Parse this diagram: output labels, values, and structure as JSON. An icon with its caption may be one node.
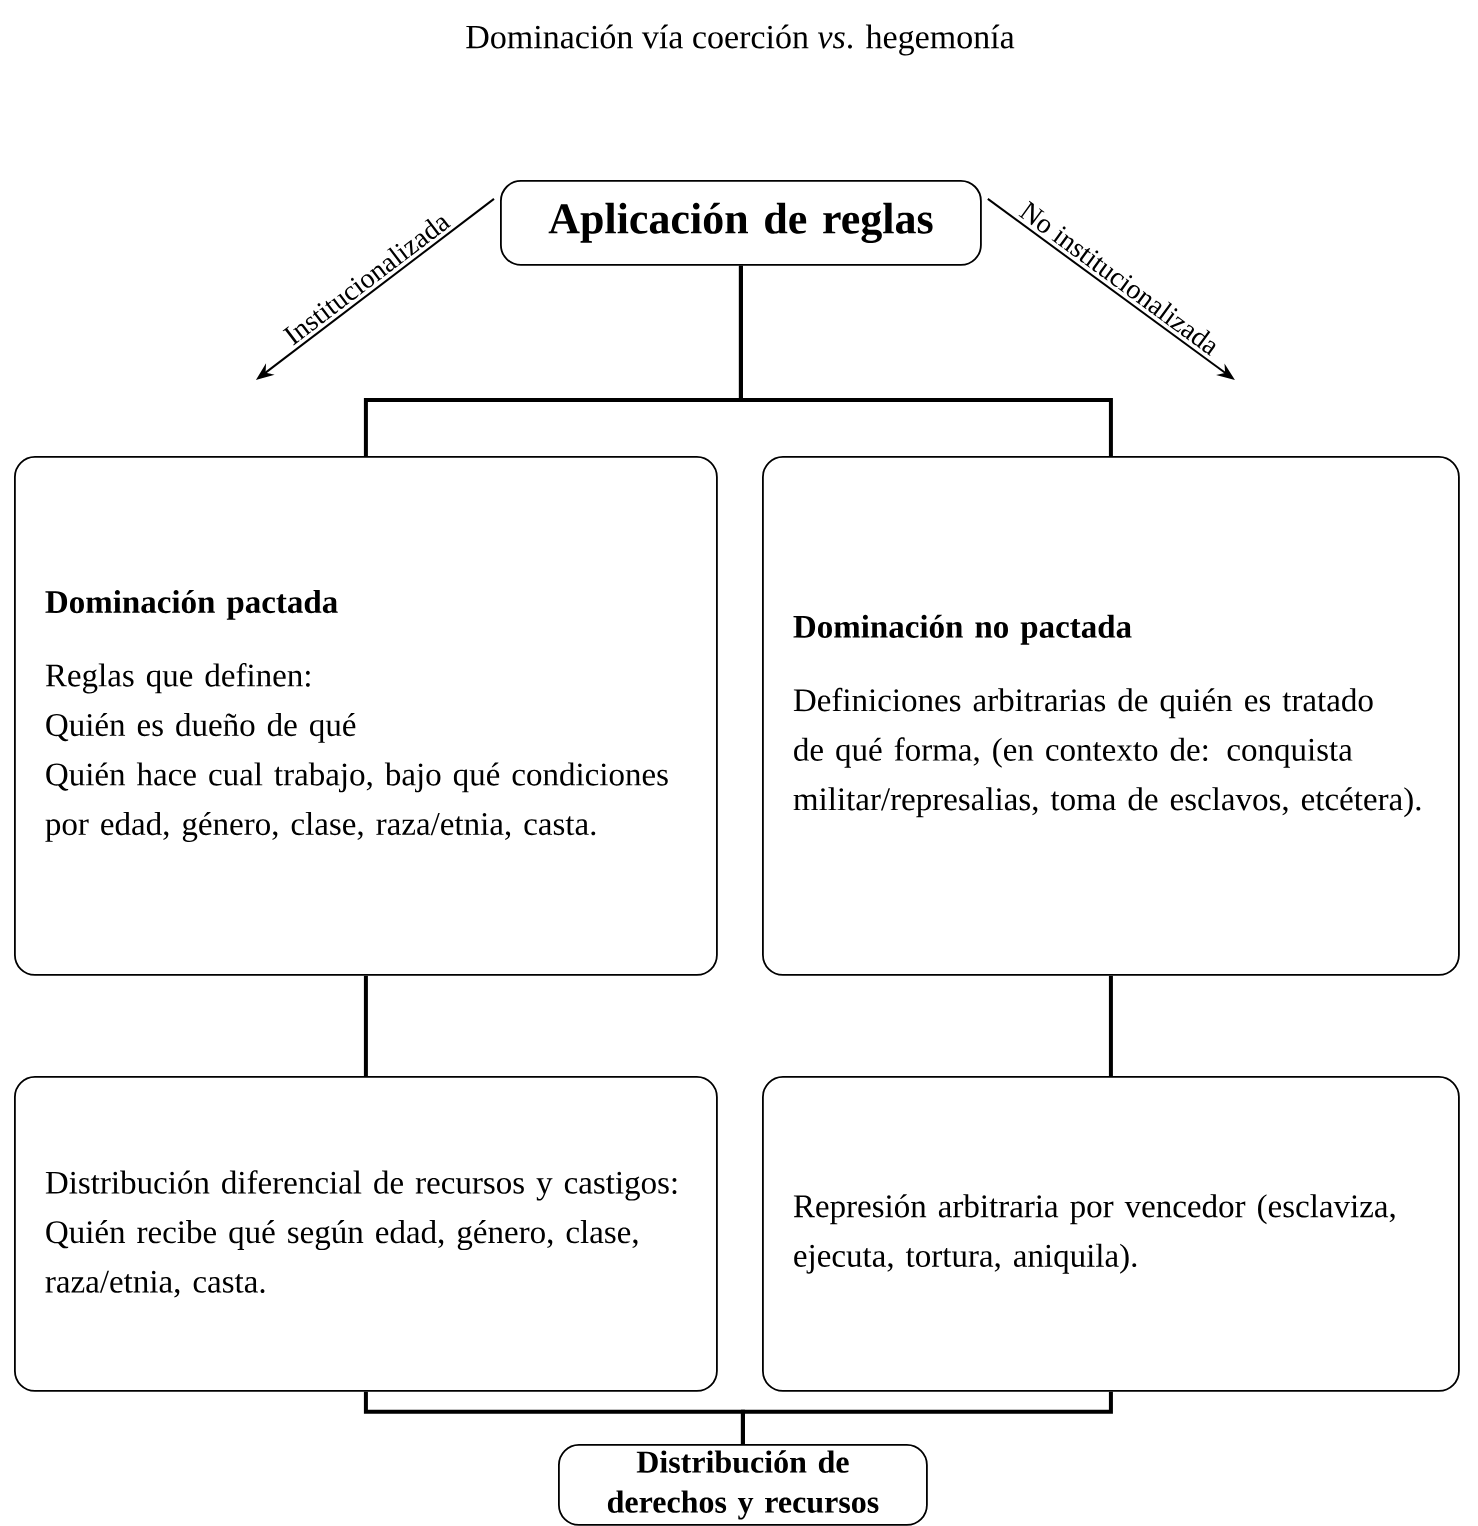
{
  "diagram": {
    "title": "Dominación vía coerción *vs*. hegemonía",
    "nodes": [
      {
        "text": [
          "Aplicación de reglas"
        ]
      },
      {
        "text": [
          "Dominación pactada",
          "Reglas que definen:",
          "Quién es dueño de qué",
          "Quién hace cual trabajo, bajo qué condiciones",
          "por edad, género, clase, raza/etnia, casta."
        ]
      },
      {
        "text": [
          "Dominación no pactada",
          "Definiciones arbitrarias de quién es tratado de qué forma, (en contexto de: conquista militar/represalias, toma de esclavos, etcétera)."
        ]
      },
      {
        "text": [
          "Distribución diferencial de recursos y castigos:",
          "Quién recibe qué según edad, género, clase, raza/etnia, casta."
        ]
      },
      {
        "text": [
          "Represión arbitraria por vencedor (esclaviza, ejecuta, tortura, aniquila)."
        ]
      },
      {
        "text": [
          "Distribución de derechos y recursos"
        ]
      }
    ],
    "edges": [
      {
        "from": 0,
        "to": 1,
        "arrow": "to",
        "label": "Institucionalizada"
      },
      {
        "from": 0,
        "to": 2,
        "arrow": "to",
        "label": "No institucionalizada"
      },
      {
        "from": 0,
        "to": 1,
        "arrow": "none"
      },
      {
        "from": 0,
        "to": 2,
        "arrow": "none"
      },
      {
        "from": 1,
        "to": 3,
        "arrow": "none"
      },
      {
        "from": 2,
        "to": 4,
        "arrow": "none"
      },
      {
        "from": 3,
        "to": 5,
        "arrow": "none"
      },
      {
        "from": 4,
        "to": 5,
        "arrow": "none"
      }
    ]
  }
}
